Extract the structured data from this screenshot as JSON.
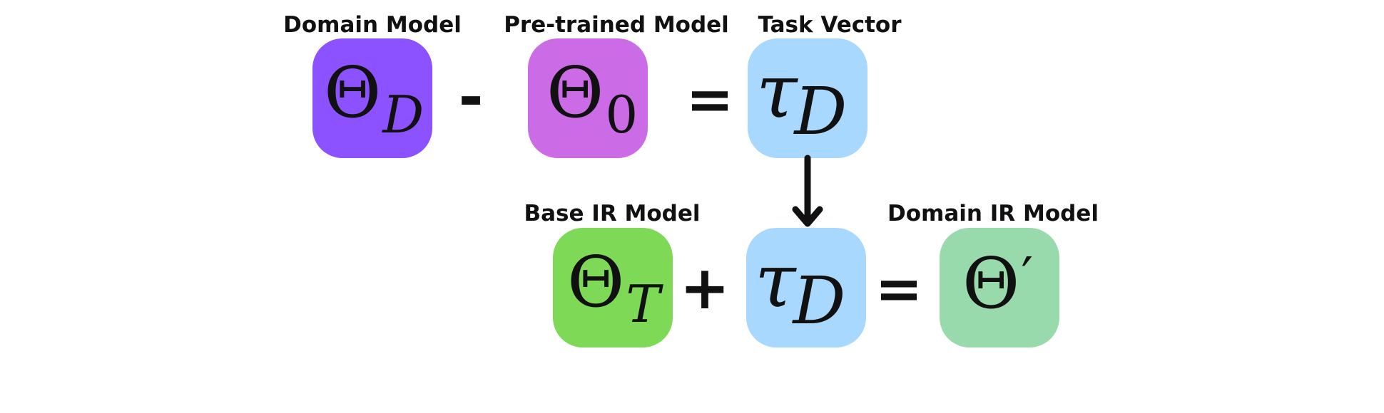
{
  "labels": {
    "domain_model": "Domain Model",
    "pretrained_model": "Pre-trained Model",
    "task_vector": "Task Vector",
    "base_ir_model": "Base IR Model",
    "domain_ir_model": "Domain IR Model"
  },
  "symbols": {
    "theta": "Θ",
    "tau": "τ",
    "sub_d": "D",
    "sub_zero": "0",
    "sub_t": "T",
    "prime": "′"
  },
  "operators": {
    "minus": "-",
    "equals": "=",
    "plus": "+"
  },
  "colors": {
    "domain_model": "#8C52FF",
    "pretrained_model": "#CB6CE6",
    "task_vector": "#A9D8FF",
    "base_ir_model": "#7ED957",
    "domain_ir_model": "#98DAAB",
    "ink": "#111111"
  }
}
